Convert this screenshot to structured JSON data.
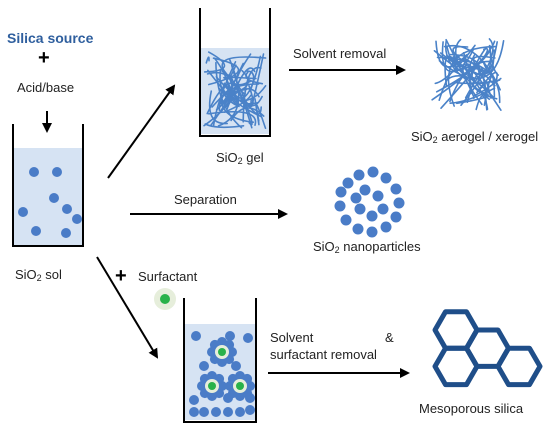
{
  "labels": {
    "silica_source": "Silica source",
    "plus": "+",
    "acid_base": "Acid/base",
    "sol_prefix": "SiO",
    "sol_sub": "2",
    "sol_suffix": " sol",
    "gel_prefix": "SiO",
    "gel_sub": "2",
    "gel_suffix": " gel",
    "aerogel_prefix": "SiO",
    "aerogel_sub": "2",
    "aerogel_suffix": " aerogel / xerogel",
    "nano_prefix": "SiO",
    "nano_sub": "2",
    "nano_suffix": " nanoparticles",
    "solvent_removal": "Solvent removal",
    "separation": "Separation",
    "surfactant": "Surfactant",
    "solvent": "Solvent",
    "ampersand": "&",
    "surfactant_removal": "surfactant removal",
    "mesoporous": "Mesoporous silica"
  },
  "colors": {
    "particle": "#4A7CC7",
    "liquid": "#D6E3F3",
    "fiber": "#4A82C8",
    "hexagon": "#1F4E89",
    "surfactant_core": "#29B24A",
    "surfactant_halo": "#E6EEDB",
    "title_blue": "#2F5F9E"
  }
}
